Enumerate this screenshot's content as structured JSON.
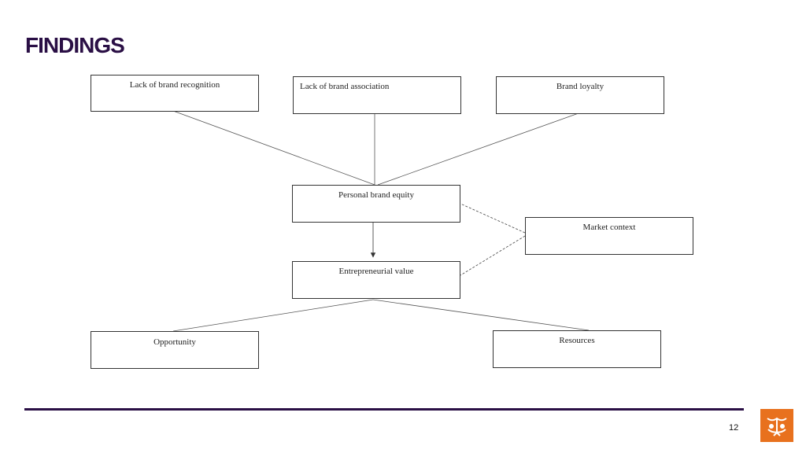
{
  "slide": {
    "title": "FINDINGS",
    "page_number": "12"
  },
  "diagram": {
    "nodes": {
      "lack_of_brand_recognition": "Lack of brand recognition",
      "lack_of_brand_association": "Lack of brand association",
      "brand_loyalty": "Brand loyalty",
      "personal_brand_equity": "Personal brand equity",
      "market_context": "Market context",
      "entrepreneurial_value": "Entrepreneurial value",
      "opportunity": "Opportunity",
      "resources": "Resources"
    },
    "edges": [
      {
        "from": "lack_of_brand_recognition",
        "to": "personal_brand_equity",
        "style": "solid"
      },
      {
        "from": "lack_of_brand_association",
        "to": "personal_brand_equity",
        "style": "solid"
      },
      {
        "from": "brand_loyalty",
        "to": "personal_brand_equity",
        "style": "solid"
      },
      {
        "from": "personal_brand_equity",
        "to": "entrepreneurial_value",
        "style": "arrow"
      },
      {
        "from": "market_context",
        "to": "personal_brand_equity",
        "style": "dashed"
      },
      {
        "from": "market_context",
        "to": "entrepreneurial_value",
        "style": "dashed"
      },
      {
        "from": "entrepreneurial_value",
        "to": "opportunity",
        "style": "solid"
      },
      {
        "from": "entrepreneurial_value",
        "to": "resources",
        "style": "solid"
      }
    ]
  },
  "colors": {
    "title": "#2a0f45",
    "footer_line": "#2a0f45",
    "logo": "#e8711e"
  },
  "icons": {
    "logo": "university-crest-icon"
  }
}
